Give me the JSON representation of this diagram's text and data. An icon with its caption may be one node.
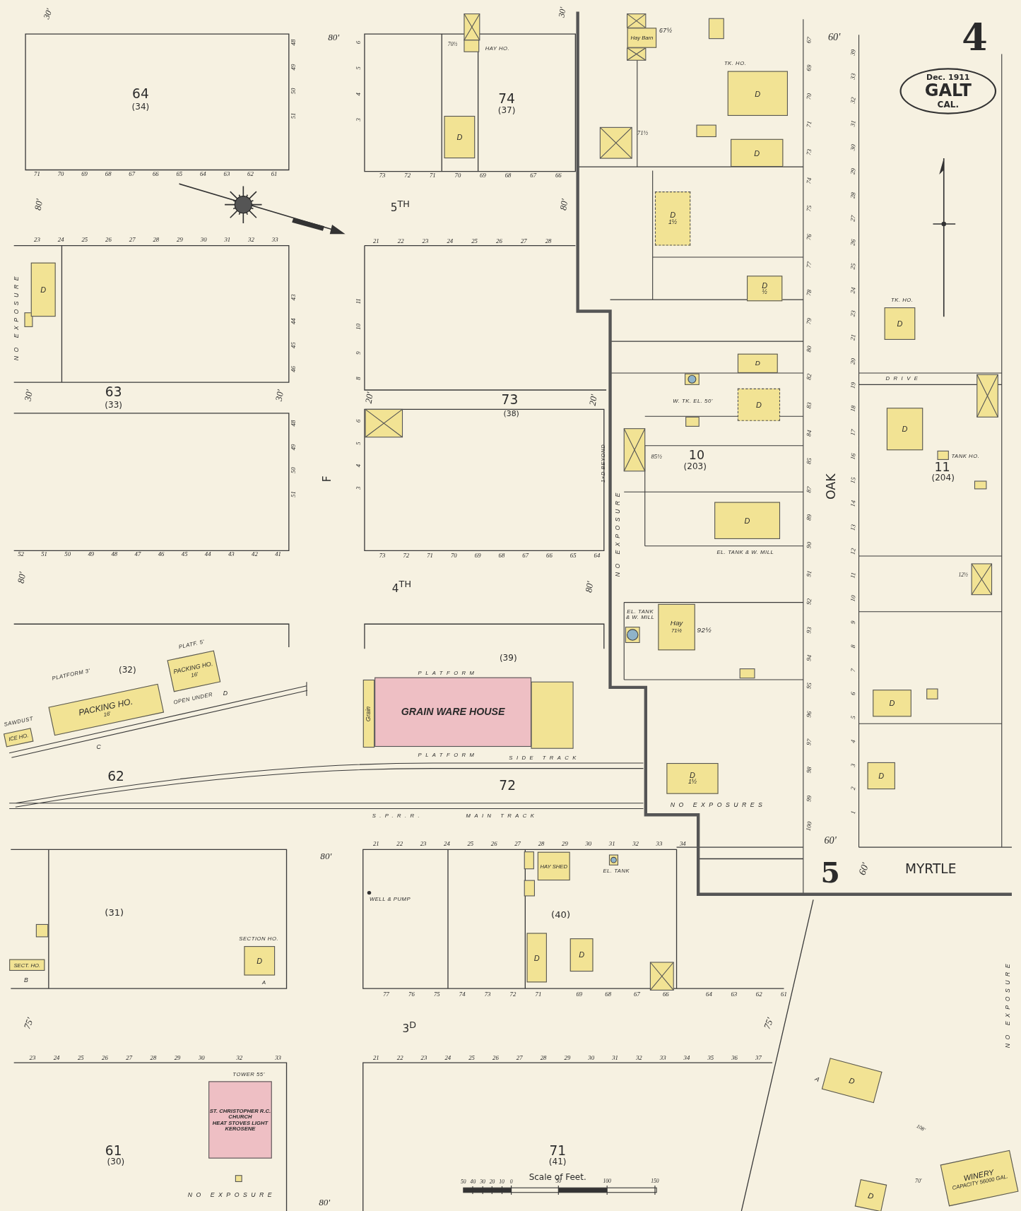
{
  "diagram": {
    "nodes": [
      {
        "text": [
          "Dec. 1911",
          "GALT",
          "CAL."
        ]
      },
      {
        "text": [
          "Hay Barn"
        ],
        "beside": [
          "67½"
        ]
      },
      {
        "text": [
          "D"
        ],
        "beside": [
          "TK. HO."
        ]
      },
      {
        "text": [
          "D"
        ]
      },
      {
        "text": [
          "D",
          "1½"
        ]
      },
      {
        "text": [
          "D",
          "½"
        ]
      },
      {
        "text": [
          "D"
        ],
        "beside": [
          "TK. HO."
        ]
      },
      {
        "text": [
          "D"
        ]
      },
      {
        "text": [
          "D"
        ]
      },
      {
        "text": [
          "D"
        ]
      },
      {
        "text": [
          "D"
        ]
      },
      {
        "text": [
          "Hay",
          "71½"
        ],
        "beside": [
          "92½"
        ]
      },
      {
        "text": [
          "D"
        ]
      },
      {
        "text": [
          "D"
        ]
      },
      {
        "text": [
          "D",
          "1½"
        ]
      },
      {
        "text": [
          "D"
        ]
      },
      {
        "text": [
          "D"
        ]
      },
      {
        "text": [
          "PACKING HO.",
          "16'"
        ],
        "beside": [
          "PLATFORM 3'",
          "C"
        ]
      },
      {
        "text": [
          "PACKING HO.",
          "16'"
        ],
        "beside": [
          "PLATF. 5'",
          "OPEN UNDER",
          "D"
        ]
      },
      {
        "text": [
          "ICE HO."
        ],
        "beside": [
          "SAWDUST"
        ]
      },
      {
        "text": [
          "Grain"
        ]
      },
      {
        "text": [
          "GRAIN WARE HOUSE"
        ]
      },
      {
        "text": [
          "D"
        ],
        "beside": [
          "SECTION HO.",
          "A"
        ]
      },
      {
        "text": [
          "SECT. HO."
        ],
        "beside": [
          "B"
        ]
      },
      {
        "text": [
          "HAY SHED"
        ]
      },
      {
        "text": [
          "D"
        ]
      },
      {
        "text": [
          "D"
        ]
      },
      {
        "text": [
          "ST. CHRISTOPHER R.C. CHURCH",
          "HEAT STOVES LIGHT KEROSENE"
        ],
        "beside": [
          "TOWER 55'"
        ]
      },
      {
        "text": [
          "D"
        ],
        "beside": [
          "A"
        ]
      },
      {
        "text": [
          "WINERY",
          "CAPACITY 56000 GAL."
        ]
      },
      {
        "text": [
          "D"
        ]
      }
    ],
    "labels": [
      "30'",
      "80'",
      "30'",
      "4",
      "60'",
      "64",
      "(34)",
      "48",
      "49",
      "50",
      "51",
      "6",
      "5",
      "4",
      "3",
      "70½",
      "HAY HO.",
      "74",
      "(37)",
      "71½",
      "71",
      "70",
      "69",
      "68",
      "67",
      "66",
      "65",
      "64",
      "63",
      "62",
      "61",
      "73",
      "72",
      "71",
      "70",
      "69",
      "68",
      "67",
      "66",
      "80'",
      "5$^{TH}$",
      "80'",
      "23",
      "24",
      "25",
      "26",
      "27",
      "28",
      "29",
      "30",
      "31",
      "32",
      "33",
      "21",
      "22",
      "23",
      "24",
      "25",
      "26",
      "27",
      "28",
      "67",
      "69",
      "70",
      "71",
      "73",
      "74",
      "75",
      "76",
      "77",
      "78",
      "79",
      "80",
      "82",
      "83",
      "84",
      "85",
      "87",
      "89",
      "90",
      "91",
      "92",
      "93",
      "94",
      "95",
      "96",
      "97",
      "98",
      "99",
      "100",
      "39",
      "33",
      "32",
      "31",
      "30",
      "29",
      "28",
      "27",
      "26",
      "25",
      "24",
      "23",
      "21",
      "20",
      "19",
      "18",
      "17",
      "16",
      "15",
      "14",
      "13",
      "12",
      "11",
      "10",
      "9",
      "8",
      "7",
      "6",
      "5",
      "4",
      "3",
      "2",
      "1",
      "NO EXPOSURE",
      "43",
      "44",
      "45",
      "46",
      "11",
      "10",
      "9",
      "8",
      "DRIVE",
      "W. TK. EL. 50'",
      "63",
      "(33)",
      "30'",
      "30'",
      "20'",
      "73",
      "(38)",
      "20'",
      "85½",
      "10",
      "(203)",
      "TANK HO.",
      "11",
      "(204)",
      "6",
      "5",
      "4",
      "3",
      "48",
      "49",
      "50",
      "51",
      "F",
      "OAK",
      "1×D BEYOND",
      "NO EXPOSURE",
      "EL. TANK & W. MILL",
      "52",
      "51",
      "50",
      "49",
      "48",
      "47",
      "46",
      "45",
      "44",
      "43",
      "42",
      "41",
      "73",
      "72",
      "71",
      "70",
      "69",
      "68",
      "67",
      "66",
      "65",
      "64",
      "80'",
      "4$^{TH}$",
      "80'",
      "12½",
      "EL. TANK & W. MILL",
      "(39)",
      "(32)",
      "PLATFORM",
      "PLATFORM",
      "SIDE TRACK",
      "62",
      "72",
      "NO EXPOSURES",
      "S.P.R.R.",
      "MAIN TRACK",
      "60'",
      "5",
      "60'",
      "MYRTLE",
      "21",
      "22",
      "23",
      "24",
      "25",
      "26",
      "27",
      "28",
      "29",
      "30",
      "31",
      "32",
      "33",
      "34",
      "80'",
      "EL. TANK",
      "WELL & PUMP",
      "(31)",
      "(40)",
      "77",
      "76",
      "75",
      "74",
      "73",
      "72",
      "71",
      "69",
      "68",
      "67",
      "66",
      "64",
      "63",
      "62",
      "61",
      "75'",
      "3$^{D}$",
      "75'",
      "23",
      "24",
      "25",
      "26",
      "27",
      "28",
      "29",
      "30",
      "32",
      "33",
      "21",
      "22",
      "23",
      "24",
      "25",
      "26",
      "27",
      "28",
      "29",
      "30",
      "31",
      "32",
      "33",
      "34",
      "35",
      "36",
      "37",
      "61",
      "(30)",
      "71",
      "(41)",
      "Scale of Feet.",
      "50",
      "40",
      "30",
      "20",
      "10",
      "0",
      "50",
      "100",
      "150",
      "NO EXPOSURE",
      "80'",
      "NO EXPOSURE",
      "108'",
      "70'"
    ]
  }
}
